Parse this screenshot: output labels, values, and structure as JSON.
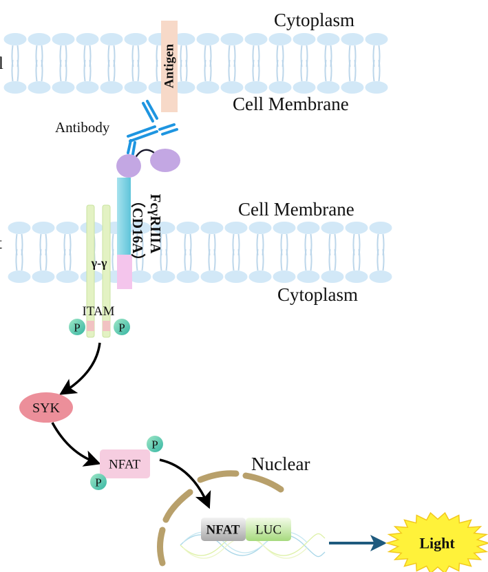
{
  "labels": {
    "top_cytoplasm": "Cytoplasm",
    "top_cell_membrane": "Cell Membrane",
    "antigen": "Antigen",
    "antibody": "Antibody",
    "receptor_name": "FcγRIIIA",
    "receptor_alias": "（CD16A）",
    "lower_cell_membrane": "Cell Membrane",
    "lower_cytoplasm": "Cytoplasm",
    "gamma_chain": "γ-γ",
    "itam": "ITAM",
    "phospho": "P",
    "syk": "SYK",
    "nfat": "NFAT",
    "nuclear": "Nuclear",
    "reporter_nfat": "NFAT",
    "reporter_luc": "LUC",
    "light": "Light",
    "left_edge_top": "l",
    "left_edge_bottom": "t"
  },
  "colors": {
    "lipid_head": "#d2e8f7",
    "lipid_tail": "#bcd6ea",
    "antigen": "#f7d9c8",
    "antibody": "#1e95e0",
    "fc_domain": "#c3a7e3",
    "cd16a_extracellular": "#7fd3e3",
    "cd16a_intracellular": "#f4c5ec",
    "gamma_chain": "#e3f2c3",
    "phospho": "#58c8a4",
    "syk": "#ec8f9a",
    "nfat": "#f6cde0",
    "nuclear_envelope": "#b8a06b",
    "luc_text": "#d033b6",
    "nfat_text": "#1d5c2c",
    "light_fill": "#fff23a",
    "light_text": "#2d9b27",
    "arrow_black": "#000000",
    "arrow_blue": "#1e5a7e"
  }
}
